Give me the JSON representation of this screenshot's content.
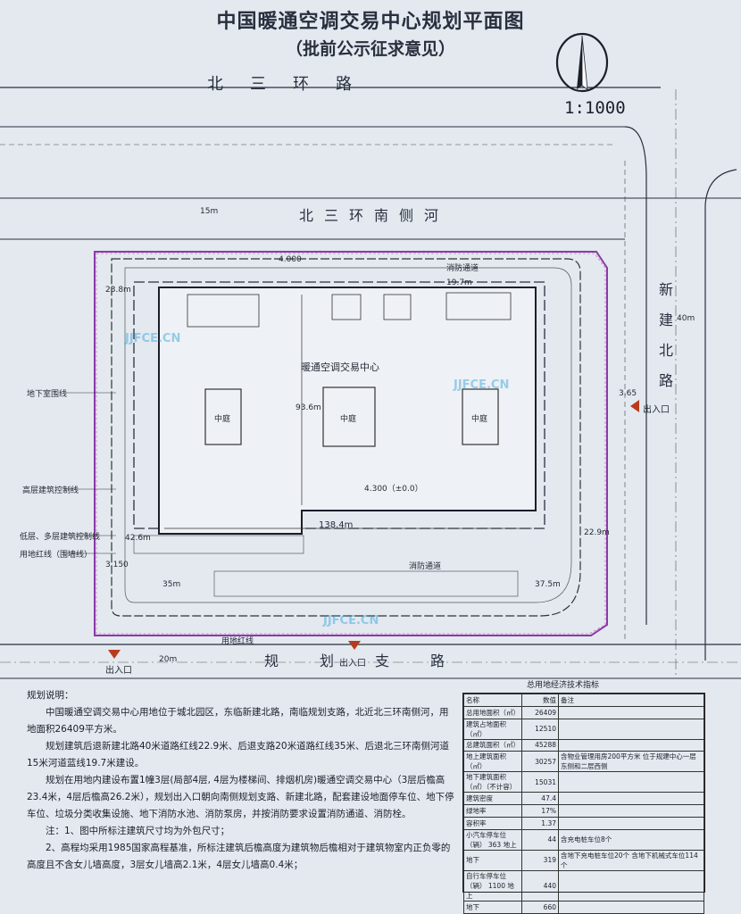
{
  "title": "中国暖通空调交易中心规划平面图",
  "subtitle": "（批前公示征求意见）",
  "scale": "1:1000",
  "roads": {
    "north": "北三环路",
    "east": "新建北路",
    "south": "规划支路",
    "river": "北三环南侧河"
  },
  "labels": {
    "building": "暖通空调交易中心",
    "entrance": "出入口",
    "road_width_east": "40m",
    "road_width_south": "20m",
    "road_width_north": "15m",
    "dim_length": "138.4m",
    "dim_width": "93.6m",
    "setback_east": "22.9m",
    "setback_west": "23.8m",
    "setback_south": "35m",
    "setback_south2": "37.5m",
    "setback_river": "19.7m",
    "elev": "4.300（±0.0）",
    "elev2": "4.000",
    "elev3": "3.65",
    "elev4": "3.150",
    "dim_42": "42.6m",
    "court": "中庭",
    "left_legend": [
      "地下室围线",
      "高层建筑控制线",
      "低层、多层建筑控制线",
      "用地红线（围墙线）"
    ],
    "bottom_legend": "用地红线",
    "fire_lane": "消防通道"
  },
  "notes": {
    "head": "规划说明：",
    "p1": "中国暖通空调交易中心用地位于城北园区，东临新建北路，南临规划支路，北近北三环南侧河，用地面积26409平方米。",
    "p2": "规划建筑后退新建北路40米道路红线22.9米、后退支路20米道路红线35米、后退北三环南侧河道15米河道蓝线19.7米建设。",
    "p3": "规划在用地内建设布置1幢3层(局部4层, 4层为楼梯间、排烟机房)暖通空调交易中心（3层后檐高23.4米，4层后檐高26.2米），规划出入口朝向南侧规划支路、新建北路，配套建设地面停车位、地下停车位、垃圾分类收集设施、地下消防水池、消防泵房，并按消防要求设置消防通道、消防栓。",
    "n1": "注：1、图中所标注建筑尺寸均为外包尺寸；",
    "n2": "2、高程均采用1985国家高程基准，所标注建筑后檐高度为建筑物后檐相对于建筑物室内正负零的高度且不含女儿墙高度，3层女儿墙高2.1米，4层女儿墙高0.4米；"
  },
  "econ": {
    "title": "总用地经济技术指标",
    "header": [
      "名称",
      "数值",
      "备注"
    ],
    "rows": [
      [
        "总用地面积（㎡）",
        "26409",
        ""
      ],
      [
        "建筑占地面积（㎡）",
        "12510",
        ""
      ],
      [
        "总建筑面积（㎡）",
        "45288",
        ""
      ],
      [
        "地上建筑面积（㎡）",
        "30257",
        "含物业管理用房200平方米 位于规建中心一层东侧和二层西侧"
      ],
      [
        "地下建筑面积（㎡）（不计容）",
        "15031",
        ""
      ],
      [
        "建筑密度",
        "47.4",
        ""
      ],
      [
        "绿地率",
        "17%",
        ""
      ],
      [
        "容积率",
        "1.37",
        ""
      ],
      [
        "小汽车停车位（辆） 363 地上",
        "44",
        "含充电桩车位8个"
      ],
      [
        "地下",
        "319",
        "含地下充电桩车位20个 含地下机械式车位114个"
      ],
      [
        "自行车停车位（辆） 1100 地上",
        "440",
        ""
      ],
      [
        "地下",
        "660",
        ""
      ]
    ]
  },
  "watermark": "JJFCE.CN"
}
